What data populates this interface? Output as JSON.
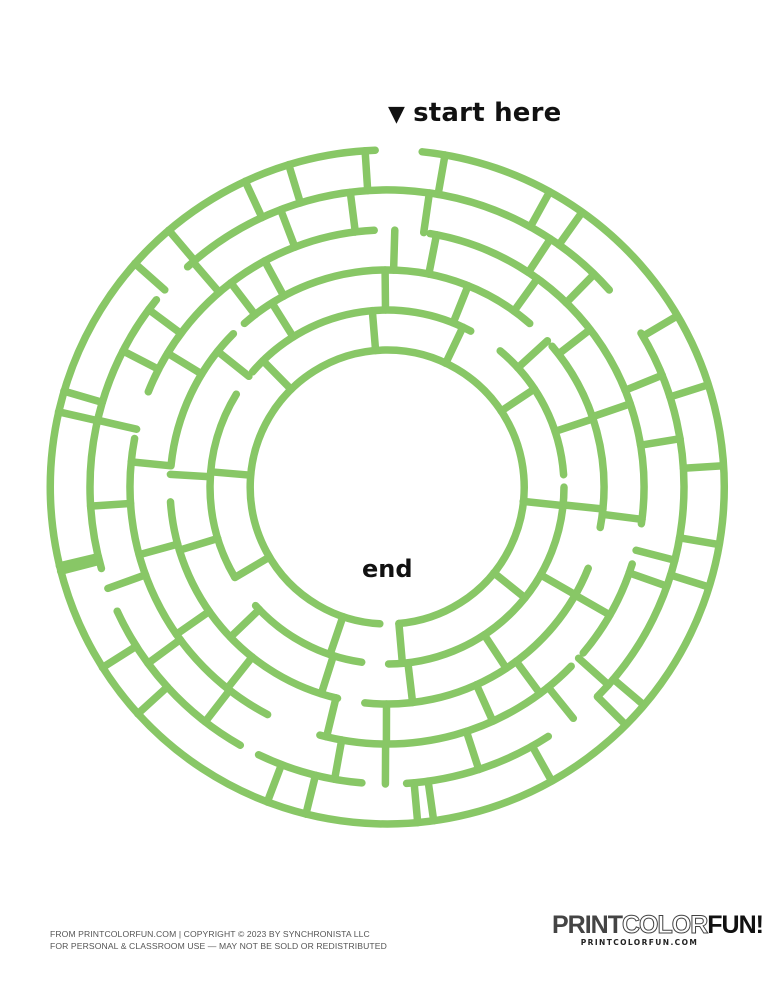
{
  "puzzle": {
    "start_marker_icon": "down-triangle-icon",
    "start_label": "start here",
    "end_label": "end",
    "maze_color": "#88c766",
    "text_color": "#111111"
  },
  "footer": {
    "line1": "FROM PRINTCOLORFUN.COM  |  COPYRIGHT © 2023 BY SYNCHRONISTA LLC",
    "line2": "FOR PERSONAL & CLASSROOM USE — MAY NOT BE SOLD OR REDISTRIBUTED"
  },
  "logo": {
    "word1": "PRINT",
    "word2": "COLOR",
    "word3": "FUN!",
    "url": "PRINTCOLORFUN.COM"
  }
}
